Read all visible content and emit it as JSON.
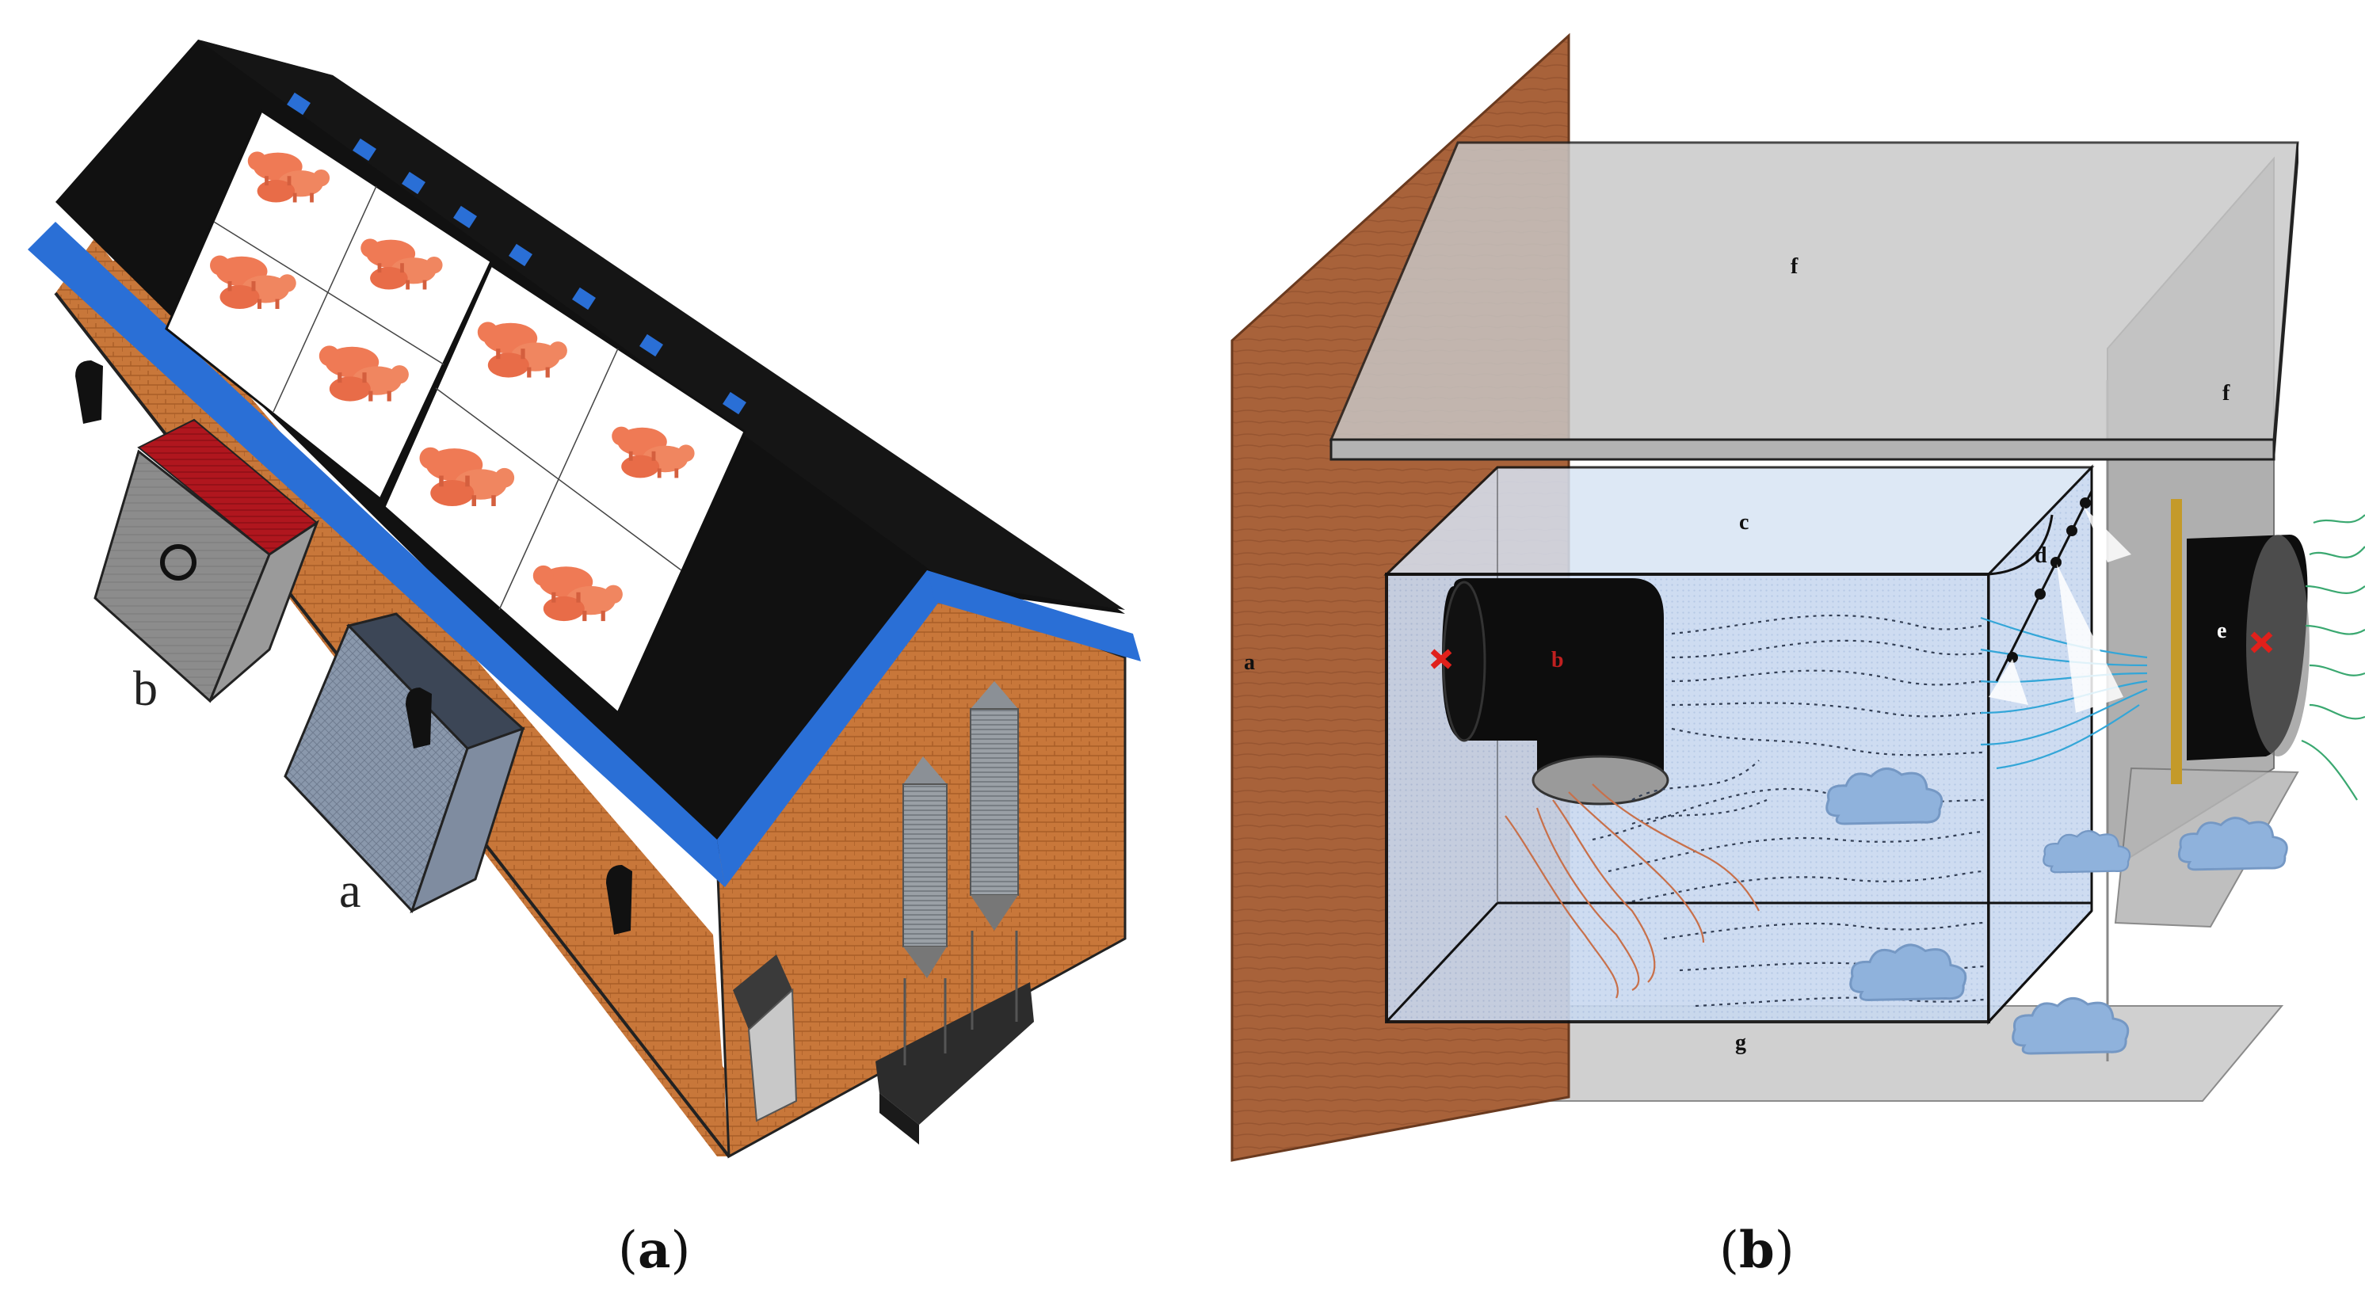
{
  "panel_a": {
    "label_a": "a",
    "label_b": "b",
    "caption_open": "(",
    "caption_letter": "a",
    "caption_close": ")"
  },
  "panel_b": {
    "label_a": "a",
    "label_b": "b",
    "label_c": "c",
    "label_d": "d",
    "label_e": "e",
    "label_f_top": "f",
    "label_f_side": "f",
    "label_g": "g",
    "caption_open": "(",
    "caption_letter": "b",
    "caption_close": ")"
  },
  "colors": {
    "roof": "#111111",
    "eave": "#2a6fd6",
    "brick": "#c8773a",
    "wall_board": "#a8623a",
    "chamber": "#c9d9f0",
    "shelf": "#c8c8c8",
    "pig": "#ef7a55",
    "tile_red": "#b0161e",
    "flow_dark": "#333f55",
    "flow_cyan": "#33a6d8",
    "flow_green": "#3aa870",
    "flow_orange": "#c8704a",
    "mark_red": "#e0201b",
    "plate_gold": "#c49a2a"
  }
}
